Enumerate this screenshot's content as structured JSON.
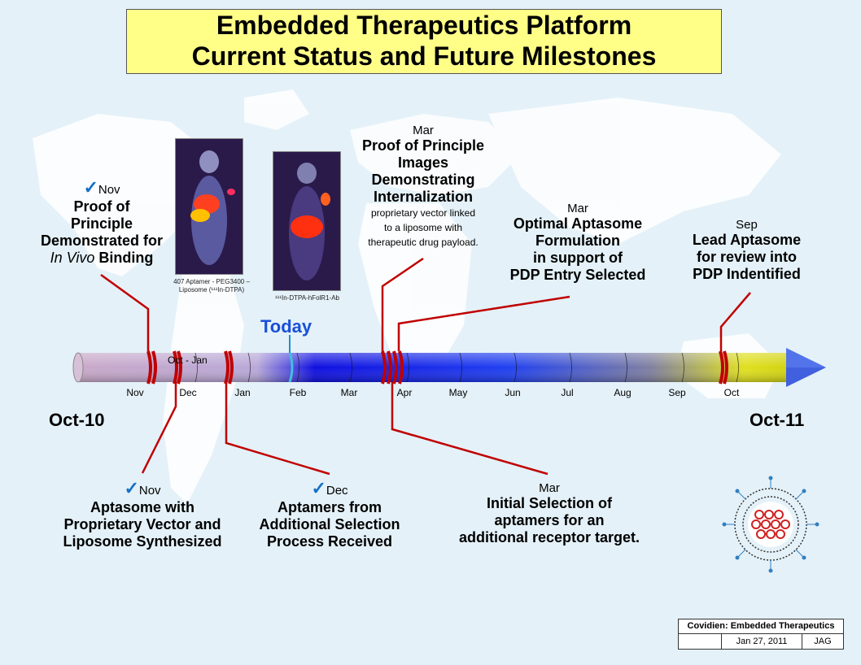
{
  "title": {
    "line1": "Embedded Therapeutics Platform",
    "line2": "Current Status and Future Milestones"
  },
  "colors": {
    "title_bg": "#ffff88",
    "milestone_red": "#c00000",
    "today_blue": "#1a4fd8",
    "check_blue": "#1670c8"
  },
  "timeline": {
    "start_label": "Oct-10",
    "end_label": "Oct-11",
    "today_label": "Today",
    "range_label": "Oct - Jan",
    "months": [
      "Nov",
      "Dec",
      "Jan",
      "Feb",
      "Mar",
      "Apr",
      "May",
      "Jun",
      "Jul",
      "Aug",
      "Sep",
      "Oct"
    ]
  },
  "milestones_top": [
    {
      "month": "Nov",
      "completed": true,
      "lines": [
        "Proof of",
        "Principle",
        "Demonstrated for"
      ],
      "italic_part": "In Vivo",
      "tail": " Binding"
    },
    {
      "month": "Mar",
      "completed": false,
      "lines": [
        "Proof of Principle",
        "Images",
        "Demonstrating",
        "Internalization"
      ],
      "detail": [
        "proprietary vector linked",
        "to a liposome with",
        "therapeutic drug payload."
      ]
    },
    {
      "month": "Mar",
      "completed": false,
      "lines": [
        "Optimal Aptasome",
        "Formulation",
        "in support of",
        "PDP Entry Selected"
      ]
    },
    {
      "month": "Sep",
      "completed": false,
      "lines": [
        "Lead Aptasome",
        "for review into",
        "PDP Indentified"
      ]
    }
  ],
  "milestones_bottom": [
    {
      "month": "Nov",
      "completed": true,
      "lines": [
        "Aptasome with",
        "Proprietary Vector and",
        "Liposome Synthesized"
      ]
    },
    {
      "month": "Dec",
      "completed": true,
      "lines": [
        "Aptamers from",
        "Additional Selection",
        "Process Received"
      ]
    },
    {
      "month": "Mar",
      "completed": false,
      "lines": [
        "Initial Selection of",
        "aptamers for an",
        "additional receptor target."
      ]
    }
  ],
  "images": {
    "left_caption": "407 Aptamer - PEG3400 – Liposome (¹¹¹In-DTPA)",
    "right_caption": "¹¹¹In-DTPA-hFolR1-Ab"
  },
  "footer": {
    "company": "Covidien:  Embedded Therapeutics",
    "date": "Jan 27, 2011",
    "initials": "JAG"
  },
  "icons": {
    "check": "checkmark-icon",
    "liposome": "aptasome-liposome-icon"
  }
}
